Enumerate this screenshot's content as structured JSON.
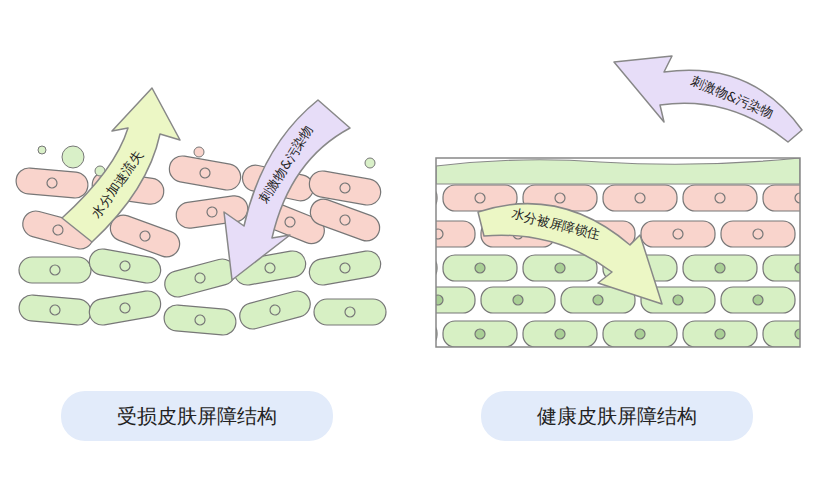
{
  "diagram": {
    "nodes": [
      {
        "text": [
          "受损皮肤屏障结构"
        ]
      },
      {
        "text": [
          "健康皮肤屏障结构"
        ]
      }
    ],
    "labels": [
      "水分加速流失",
      "刺激物&污染物",
      "刺激物&污染物",
      "水分被屏障锁住"
    ]
  }
}
